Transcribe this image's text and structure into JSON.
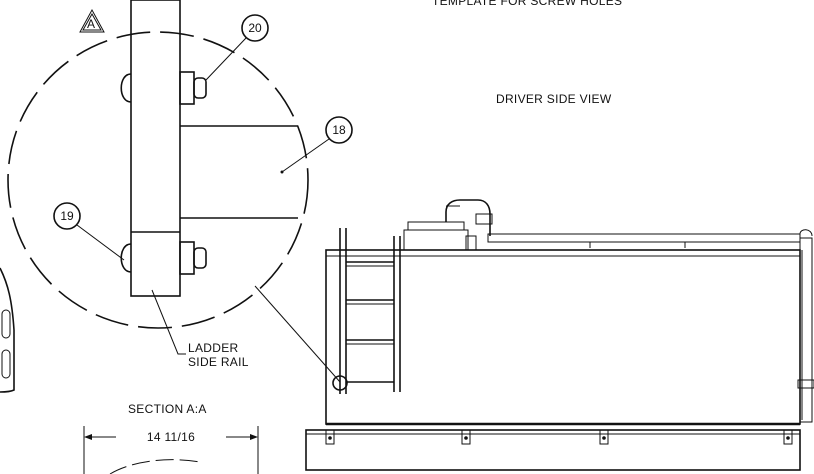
{
  "labels": {
    "top_title": "TEMPLATE FOR SCREW HOLES",
    "driver_side_view": "DRIVER SIDE VIEW",
    "section_id": "A",
    "ladder_side_rail_line1": "LADDER",
    "ladder_side_rail_line2": "SIDE RAIL",
    "section_title": "SECTION A:A",
    "dimension": "14 11/16"
  },
  "balloons": [
    "20",
    "18",
    "19"
  ]
}
